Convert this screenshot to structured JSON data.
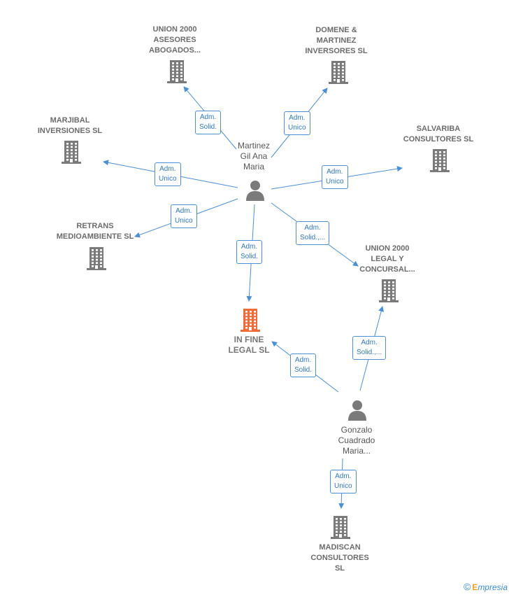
{
  "colors": {
    "edge": "#4a8fd8",
    "company": "#7a7a7a",
    "main_company": "#f26a35",
    "person": "#7a7a7a"
  },
  "companies": {
    "union2000_asesores": "UNION 2000\nASESORES\nABOGADOS...",
    "domene": "DOMENE &\nMARTINEZ\nINVERSORES SL",
    "marjibal": "MARJIBAL\nINVERSIONES SL",
    "salvariba": "SALVARIBA\nCONSULTORES SL",
    "retrans": "RETRANS\nMEDIOAMBIENTE SL",
    "union2000_legal": "UNION 2000\nLEGAL Y\nCONCURSAL...",
    "in_fine": "IN FINE\nLEGAL  SL",
    "madiscan": "MADISCAN\nCONSULTORES\nSL"
  },
  "persons": {
    "martinez": "Martinez\nGil Ana\nMaria",
    "gonzalo": "Gonzalo\nCuadrado\nMaria..."
  },
  "edges": {
    "e1": "Adm.\nSolid.",
    "e2": "Adm.\nUnico",
    "e3": "Adm.\nUnico",
    "e4": "Adm.\nUnico",
    "e5": "Adm.\nUnico",
    "e6": "Adm.\nSolid.",
    "e7": "Adm.\nSolid.,...",
    "e8": "Adm.\nSolid.",
    "e9": "Adm.\nSolid.,...",
    "e10": "Adm.\nUnico"
  },
  "footer": {
    "copyright": "©",
    "brand_first": "E",
    "brand_rest": "mpresia"
  },
  "icons": {
    "company": "building-icon",
    "person": "person-icon"
  }
}
